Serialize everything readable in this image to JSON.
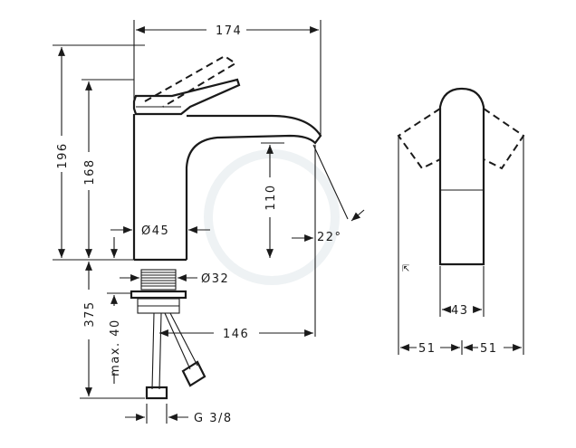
{
  "dimensions": {
    "overall_width": "174",
    "overall_height": "196",
    "lever_pivot_height": "168",
    "spout_height": "110",
    "body_diameter": "Ø45",
    "shank_diameter": "Ø32",
    "spout_angle": "22°",
    "below_counter": "375",
    "max_counter_thickness": "max. 40",
    "spout_reach": "146",
    "connection_thread": "G 3/8",
    "front_width": "43",
    "lever_swing_left": "51",
    "lever_swing_right": "51"
  }
}
